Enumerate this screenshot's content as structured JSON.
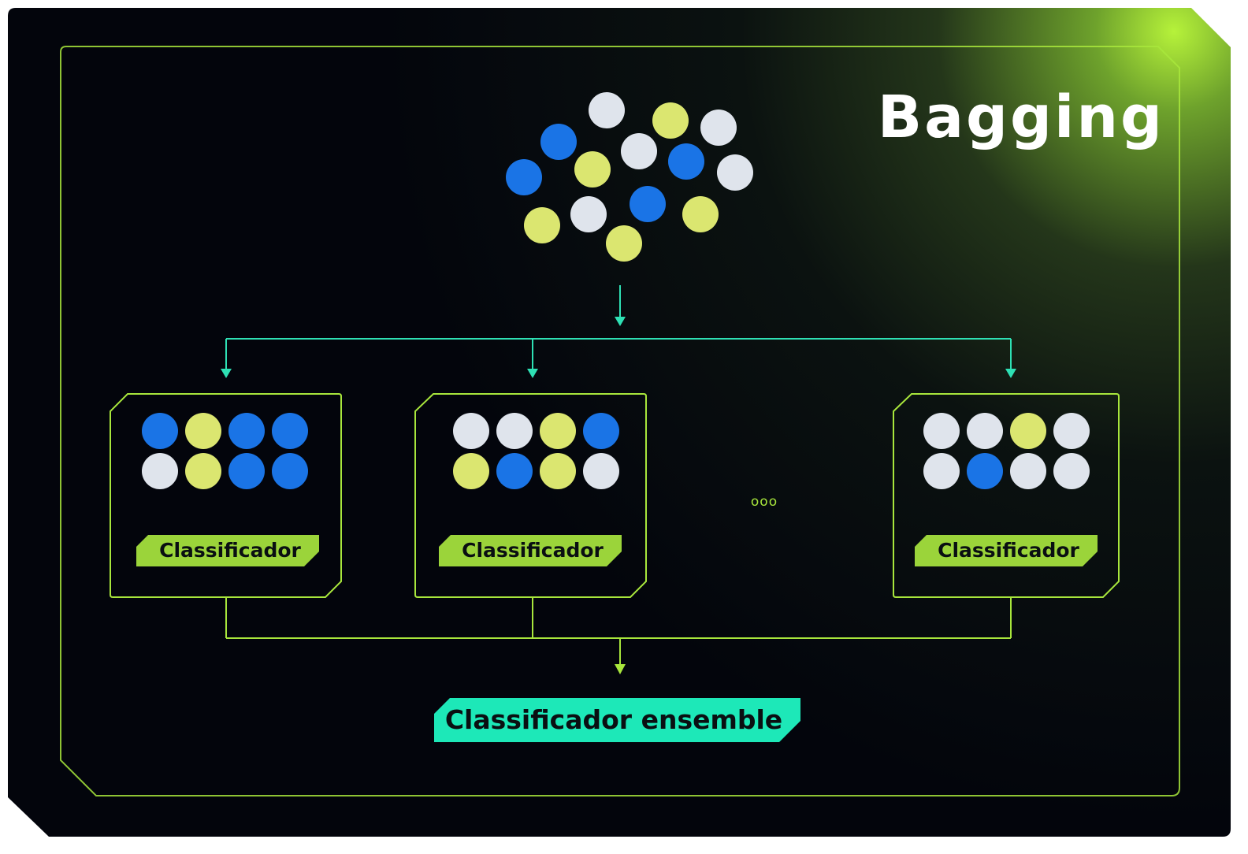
{
  "title": "Bagging",
  "ensemble_label": "Classificador ensemble",
  "ellipsis": "ooo",
  "colors": {
    "background": "#05070f",
    "frame": "#a8e63c",
    "accent_green": "#9bd43a",
    "accent_cyan": "#1de8b8",
    "arrow_top": "#2ee0b4",
    "dot_blue": "#1a74e6",
    "dot_lime": "#dbe670",
    "dot_white": "#dfe4ec",
    "label_text": "#0a0f12",
    "title_text": "#ffffff"
  },
  "dataset_dots": [
    "white",
    "blue",
    "lime",
    "white",
    "white",
    "blue",
    "lime",
    "blue",
    "white",
    "white",
    "blue",
    "lime",
    "lime",
    "lime"
  ],
  "classifiers": [
    {
      "label": "Classificador",
      "dots": [
        "blue",
        "lime",
        "blue",
        "blue",
        "white",
        "lime",
        "blue",
        "blue"
      ]
    },
    {
      "label": "Classificador",
      "dots": [
        "white",
        "white",
        "lime",
        "blue",
        "lime",
        "blue",
        "lime",
        "white"
      ]
    },
    {
      "label": "Classificador",
      "dots": [
        "white",
        "white",
        "lime",
        "white",
        "white",
        "blue",
        "white",
        "white"
      ]
    }
  ]
}
